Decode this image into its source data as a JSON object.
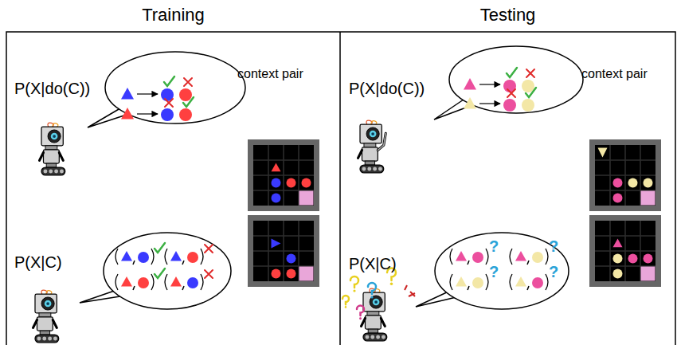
{
  "diagram": {
    "nodes": [
      {
        "text": [
          "Training"
        ]
      },
      {
        "text": [
          "Testing"
        ]
      }
    ],
    "labels": [
      "P(X|do(C))",
      "context pair",
      "P(X|C)",
      "P(X|do(C))",
      "context pair",
      "P(X|C)",
      "?",
      "?",
      "?",
      "?"
    ]
  }
}
